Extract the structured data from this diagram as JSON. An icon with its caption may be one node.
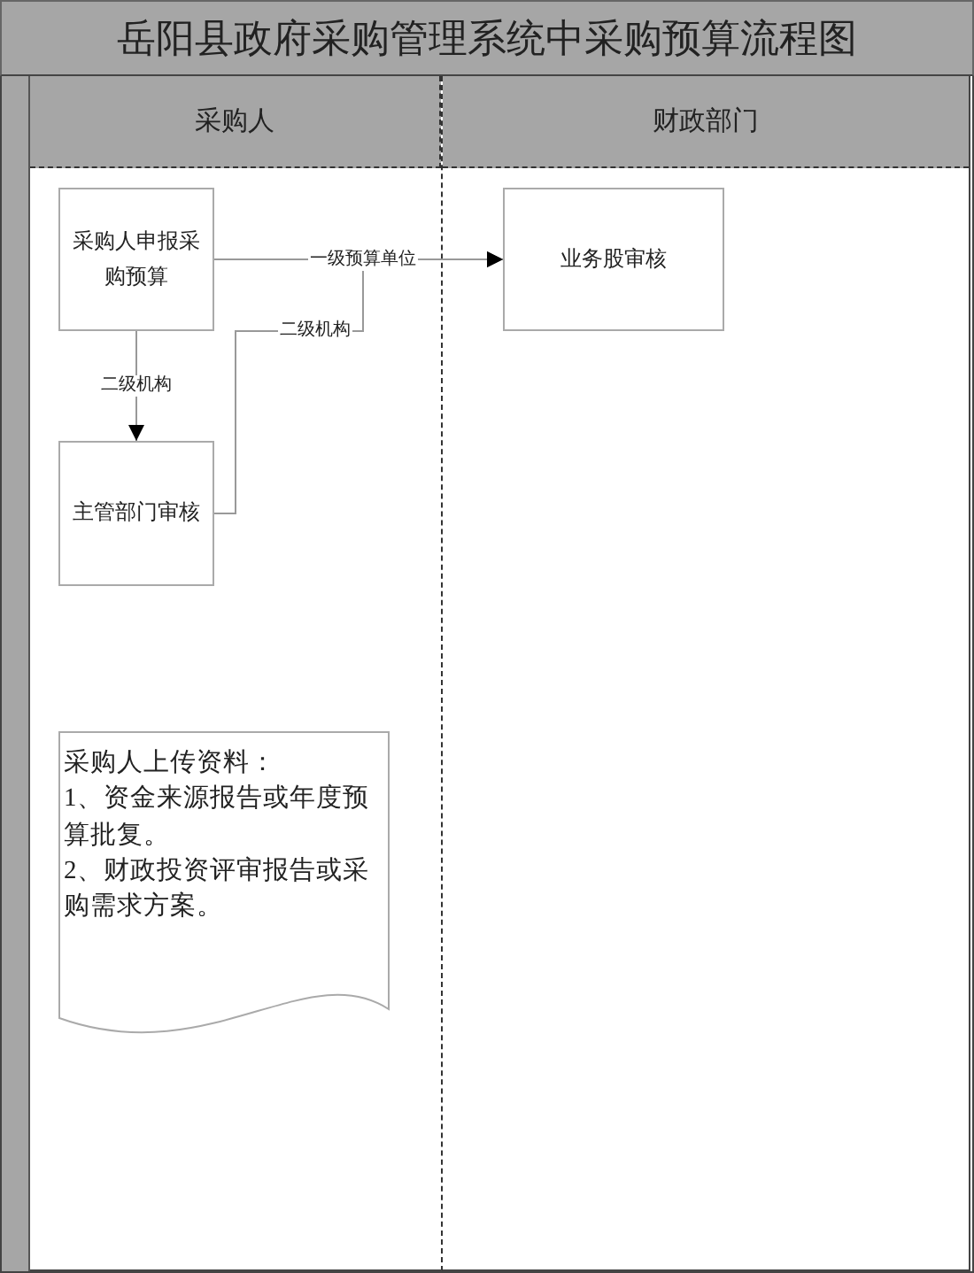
{
  "diagram": {
    "title": "岳阳县政府采购管理系统中采购预算流程图",
    "nodes": [
      {
        "text": [
          "采购人"
        ]
      },
      {
        "text": [
          "财政部门"
        ]
      },
      {
        "text": [
          "采购人申报采购预算"
        ],
        "in": 0
      },
      {
        "text": [
          "主管部门审核"
        ],
        "in": 0
      },
      {
        "text": [
          "业务股审核"
        ],
        "in": 1
      },
      {
        "text": [
          "采购人上传资料：",
          "1、资金来源报告或年度预算批复。",
          "2、财政投资评审报告或采购需求方案。"
        ],
        "in": 0
      }
    ],
    "edges": [
      {
        "from": 2,
        "to": 4,
        "arrow": "to",
        "label": "一级预算单位"
      },
      {
        "from": 2,
        "to": 3,
        "arrow": "to",
        "label": "二级机构"
      },
      {
        "from": 3,
        "to": 4,
        "arrow": "to",
        "label": "二级机构"
      }
    ]
  }
}
